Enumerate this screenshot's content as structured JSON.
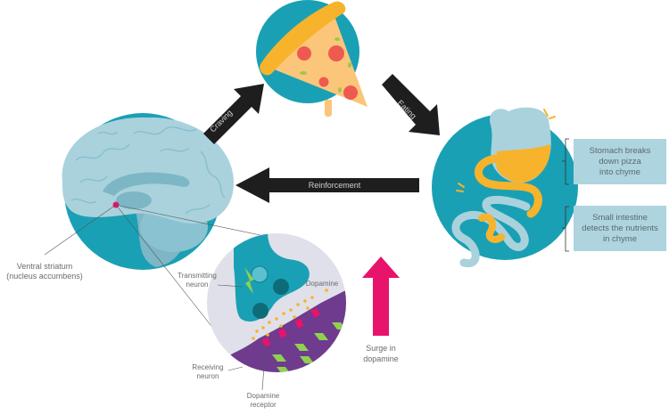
{
  "title": "Food reward cycle: craving, eating, reinforcement",
  "colors": {
    "teal": "#1aa0b4",
    "brain_light": "#a9d2dd",
    "brain_mid": "#86bfcf",
    "pizza_crust": "#f7b32b",
    "pizza_cheese": "#fbc67a",
    "pepperoni": "#ee5a4f",
    "arrow": "#1e1e1e",
    "dopamine_arrow": "#e8136b",
    "receiving_neuron": "#6e3b8e",
    "synapse_bg": "#dfe0ea",
    "highlight_point": "#e8136b",
    "label_box": "#aed4df"
  },
  "arrows": {
    "craving": "Craving",
    "eating": "Eating",
    "reinforcement": "Reinforcement"
  },
  "labels": {
    "ventral_striatum_line1": "Ventral striatum",
    "ventral_striatum_line2": "(nucleus accumbens)",
    "transmitting_line1": "Transmitting",
    "transmitting_line2": "neuron",
    "dopamine": "Dopamine",
    "receiving_line1": "Receiving",
    "receiving_line2": "neuron",
    "receptor_line1": "Dopamine",
    "receptor_line2": "receptor",
    "surge_line1": "Surge in",
    "surge_line2": "dopamine"
  },
  "boxes": {
    "stomach": [
      "Stomach breaks",
      "down pizza",
      "into chyme"
    ],
    "intestine": [
      "Small intestine",
      "detects the nutrients",
      "in chyme"
    ]
  }
}
